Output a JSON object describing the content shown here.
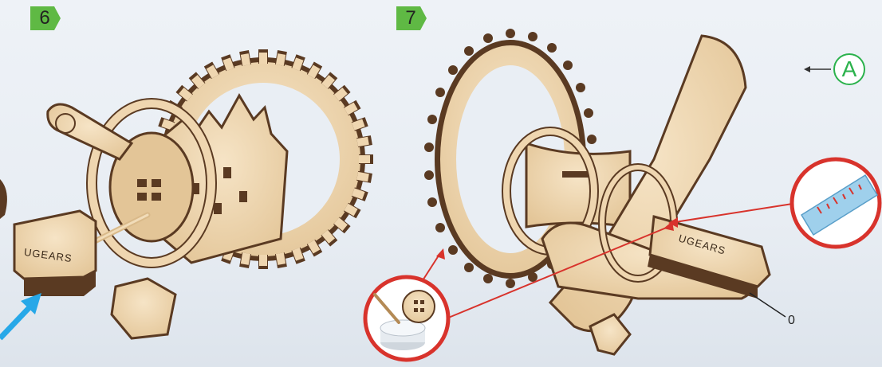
{
  "steps": [
    {
      "number": "6"
    },
    {
      "number": "7"
    }
  ],
  "part_marker": "A",
  "callout_label": "0",
  "stick_brand_text": "UGEARS",
  "stick_brand_text_mirrored": "UGEARS",
  "colors": {
    "step_badge_green": "#5fb944",
    "part_marker_green": "#2bb24c",
    "callout_red": "#d8332c",
    "wood_light": "#efd6b0",
    "wood_dark": "#5a3a22",
    "motion_arrow_blue": "#27a8e8"
  }
}
